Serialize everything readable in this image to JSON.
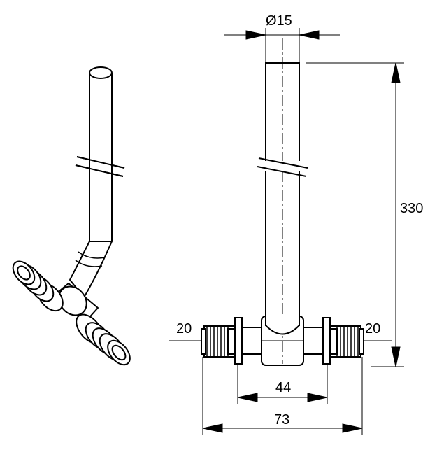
{
  "dimensions": {
    "pipe_diameter": "Ø15",
    "height": "330",
    "left_connector": "20",
    "right_connector": "20",
    "inner_width": "44",
    "overall_width": "73"
  }
}
